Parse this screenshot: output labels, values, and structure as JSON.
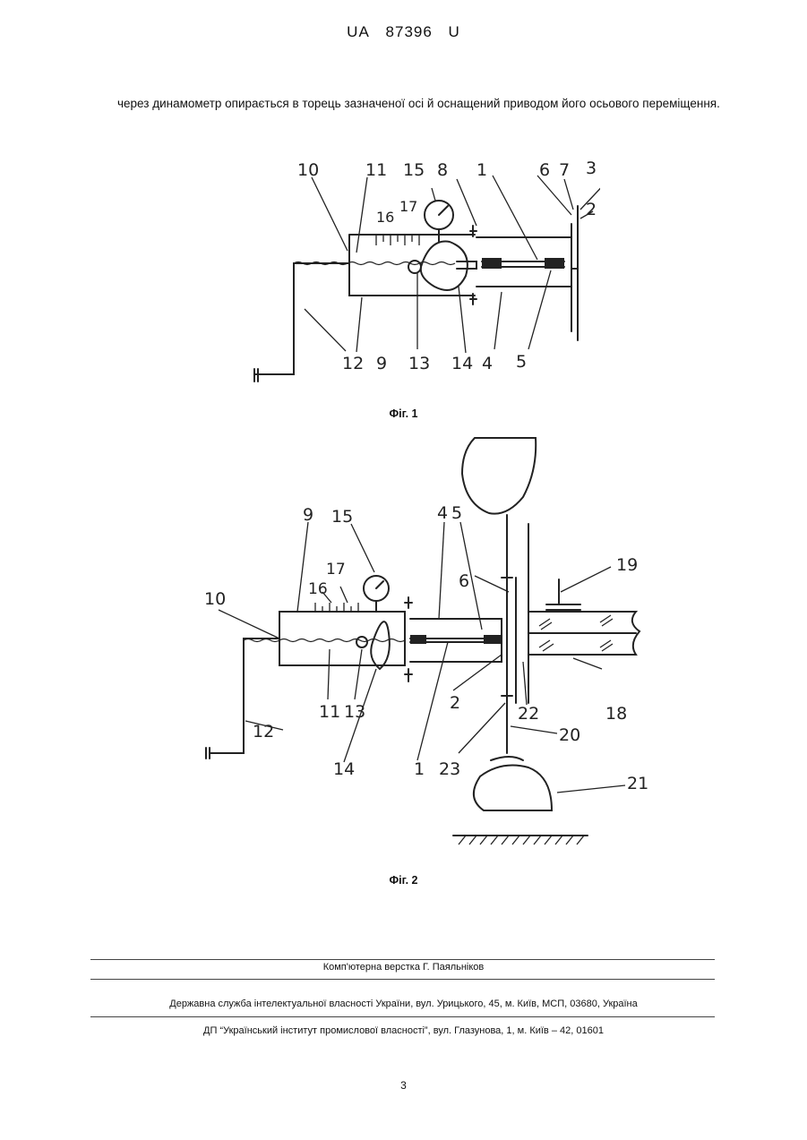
{
  "header": {
    "country": "UA",
    "number": "87396",
    "kind": "U"
  },
  "body_text": "через динамометр опирається в торець зазначеної осі й оснащений приводом його осьового переміщення.",
  "figure1": {
    "caption": "Фіг. 1",
    "labels": [
      "10",
      "11",
      "15",
      "8",
      "1",
      "6",
      "7",
      "3",
      "16",
      "17",
      "2",
      "12",
      "9",
      "13",
      "14",
      "4",
      "5"
    ]
  },
  "figure2": {
    "caption": "Фіг. 2",
    "labels": [
      "9",
      "15",
      "4",
      "5",
      "19",
      "17",
      "16",
      "6",
      "10",
      "2",
      "22",
      "18",
      "11",
      "13",
      "12",
      "20",
      "14",
      "1",
      "23",
      "21"
    ]
  },
  "footer": {
    "layout_credit": "Комп'ютерна верстка Г. Паяльніков",
    "agency": "Державна служба інтелектуальної власності України, вул. Урицького, 45, м. Київ, МСП, 03680, Україна",
    "institute": "ДП “Український інститут промислової власності”, вул. Глазунова, 1, м. Київ – 42, 01601"
  },
  "page_number": "3"
}
